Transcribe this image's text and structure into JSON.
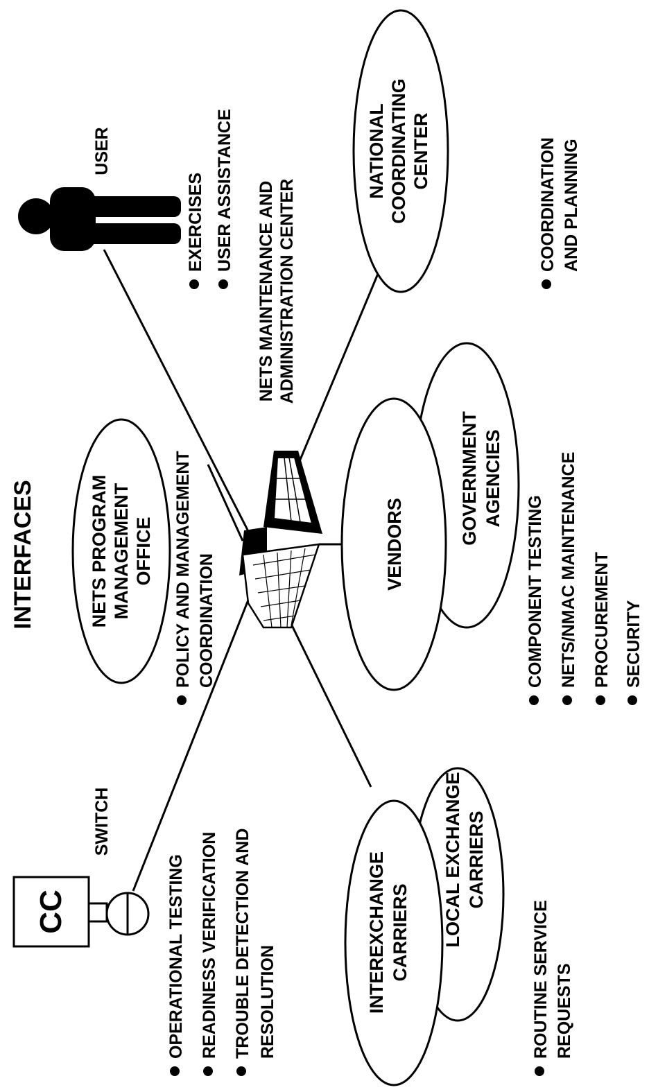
{
  "title": "INTERFACES",
  "center_node": {
    "lines": [
      "NETS MAINTENANCE AND",
      "ADMINISTRATION CENTER"
    ]
  },
  "switch_node": {
    "box_label": "CC",
    "switch_label": "SWITCH",
    "bullets": [
      "OPERATIONAL TESTING",
      "READINESS VERIFICATION",
      "TROUBLE DETECTION AND",
      "RESOLUTION"
    ]
  },
  "program_office": {
    "lines": [
      "NETS PROGRAM",
      "MANAGEMENT",
      "OFFICE"
    ],
    "bullets": [
      "POLICY AND MANAGEMENT",
      "COORDINATION"
    ]
  },
  "user_node": {
    "label": "USER",
    "bullets": [
      "EXERCISES",
      "USER ASSISTANCE"
    ]
  },
  "national_center": {
    "lines": [
      "NATIONAL",
      "COORDINATING",
      "CENTER"
    ],
    "bullets": [
      "COORDINATION",
      "AND PLANNING"
    ]
  },
  "vendors_group": {
    "vendors": [
      "VENDORS"
    ],
    "government": [
      "GOVERNMENT",
      "AGENCIES"
    ],
    "bullets": [
      "COMPONENT TESTING",
      "NETS/NMAC MAINTENANCE",
      "PROCUREMENT",
      "SECURITY"
    ]
  },
  "carriers_group": {
    "interexchange": [
      "INTEREXCHANGE",
      "CARRIERS"
    ],
    "local": [
      "LOCAL EXCHANGE",
      "CARRIERS"
    ],
    "bullets": [
      "ROUTINE SERVICE",
      "REQUESTS"
    ]
  },
  "colors": {
    "ink": "#000000",
    "paper": "#ffffff"
  }
}
